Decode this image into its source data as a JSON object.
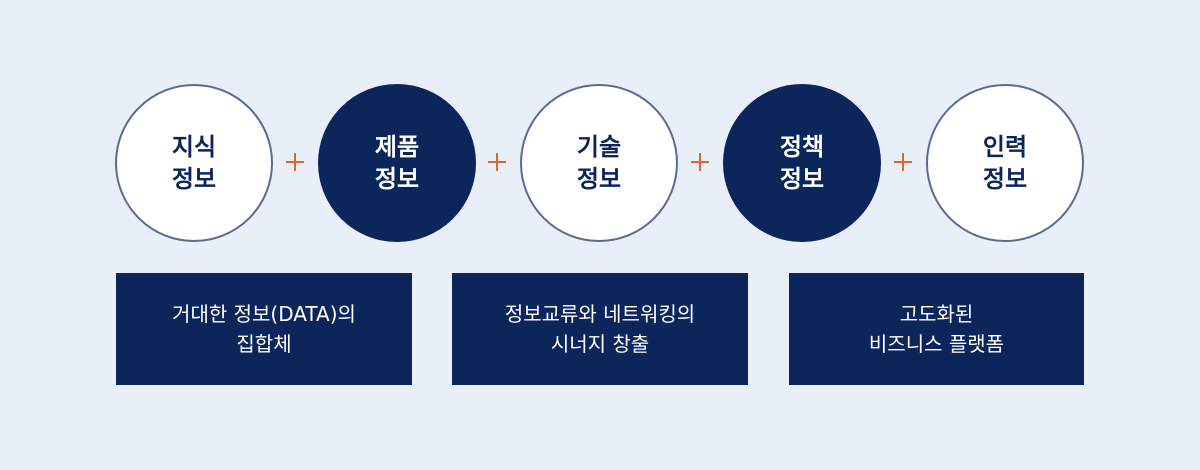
{
  "circles": [
    {
      "label": "지식\n정보",
      "style": "light"
    },
    {
      "label": "제품\n정보",
      "style": "dark"
    },
    {
      "label": "기술\n정보",
      "style": "light"
    },
    {
      "label": "정책\n정보",
      "style": "dark"
    },
    {
      "label": "인력\n정보",
      "style": "light"
    }
  ],
  "boxes": [
    {
      "label": "거대한 정보(DATA)의\n집합체"
    },
    {
      "label": "정보교류와 네트워킹의\n시너지 창출"
    },
    {
      "label": "고도화된\n비즈니스 플랫폼"
    }
  ],
  "colors": {
    "background": "#e9eff9",
    "navy": "#0c265c",
    "circle_border": "#5c6a93",
    "plus": "#e0662f"
  }
}
